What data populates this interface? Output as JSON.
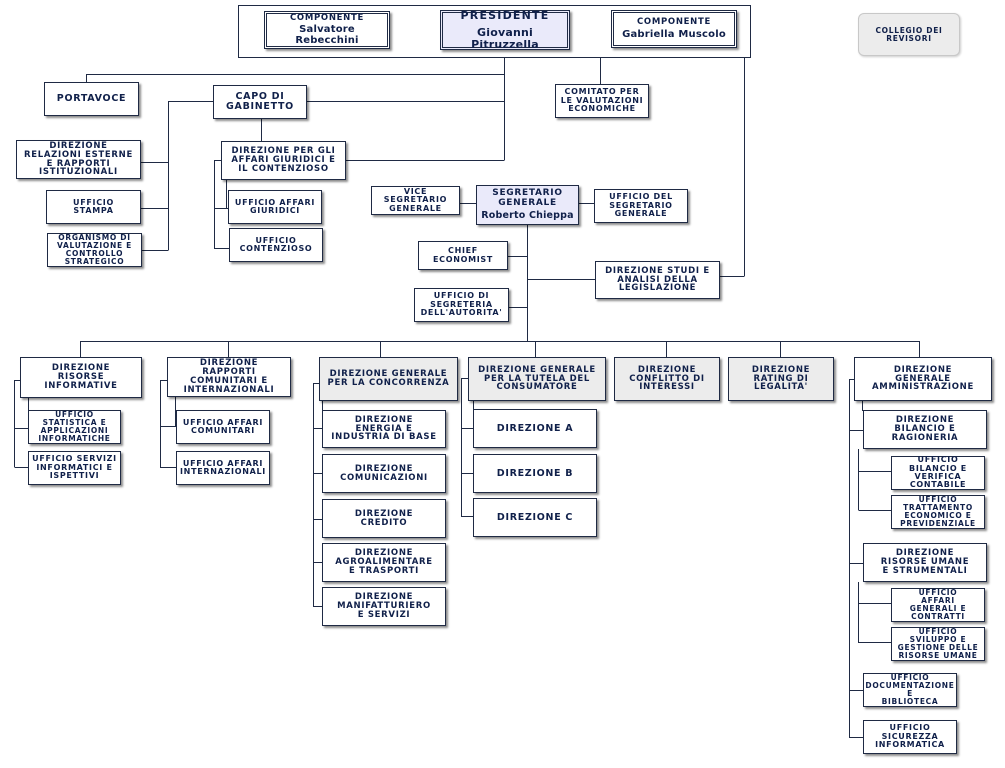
{
  "organigram": {
    "componente_left": {
      "title": "COMPONENTE",
      "name": "Salvatore Rebecchini"
    },
    "presidente": {
      "title": "PRESIDENTE",
      "name": "Giovanni Pitruzzella"
    },
    "componente_right": {
      "title": "COMPONENTE",
      "name": "Gabriella Muscolo"
    },
    "collegio_revisori": "COLLEGIO DEI\nREVISORI",
    "portavoce": "PORTAVOCE",
    "capo_gabinetto": "CAPO DI\nGABINETTO",
    "comitato_valutazioni": "COMITATO PER\nLE VALUTAZIONI\nECONOMICHE",
    "direzione_relazioni": "DIREZIONE\nRELAZIONI ESTERNE\nE RAPPORTI\nISTITUZIONALI",
    "ufficio_stampa": "UFFICIO\nSTAMPA",
    "organismo_valutazione": "ORGANISMO DI\nVALUTAZIONE E\nCONTROLLO\nSTRATEGICO",
    "direzione_affari_giuridici": "DIREZIONE PER GLI\nAFFARI GIURIDICI E\nIL CONTENZIOSO",
    "ufficio_affari_giuridici": "UFFICIO AFFARI\nGIURIDICI",
    "ufficio_contenzioso": "UFFICIO\nCONTENZIOSO",
    "vice_segretario": "VICE\nSEGRETARIO\nGENERALE",
    "segretario_generale": {
      "title": "SEGRETARIO\nGENERALE",
      "name": "Roberto Chieppa"
    },
    "ufficio_segretario": "UFFICIO DEL\nSEGRETARIO\nGENERALE",
    "chief_economist": "CHIEF\nECONOMIST",
    "direzione_studi": "DIREZIONE STUDI E\nANALISI DELLA\nLEGISLAZIONE",
    "ufficio_segreteria": "UFFICIO DI\nSEGRETERIA\nDELL'AUTORITA'",
    "risorse_informative": "DIREZIONE\nRISORSE\nINFORMATIVE",
    "ufficio_statistica": "UFFICIO\nSTATISTICA E\nAPPLICAZIONI\nINFORMATICHE",
    "ufficio_servizi_informatici": "UFFICIO SERVIZI\nINFORMATICI E\nISPETTIVI",
    "rapporti_comunitari": "DIREZIONE\nRAPPORTI\nCOMUNITARI E\nINTERNAZIONALI",
    "ufficio_affari_comunitari": "UFFICIO AFFARI\nCOMUNITARI",
    "ufficio_affari_internazionali": "UFFICIO AFFARI\nINTERNAZIONALI",
    "dg_concorrenza": "DIREZIONE GENERALE\nPER LA CONCORRENZA",
    "dir_energia": "DIREZIONE\nENERGIA E\nINDUSTRIA DI BASE",
    "dir_comunicazioni": "DIREZIONE\nCOMUNICAZIONI",
    "dir_credito": "DIREZIONE\nCREDITO",
    "dir_agroalimentare": "DIREZIONE\nAGROALIMENTARE\nE TRASPORTI",
    "dir_manifatturiero": "DIREZIONE\nMANIFATTURIERO\nE SERVIZI",
    "dg_consumatore": "DIREZIONE GENERALE\nPER LA TUTELA DEL\nCONSUMATORE",
    "dir_a": "DIREZIONE A",
    "dir_b": "DIREZIONE B",
    "dir_c": "DIREZIONE C",
    "conflitto_interessi": "DIREZIONE\nCONFLITTO DI\nINTERESSI",
    "rating_legalita": "DIREZIONE\nRATING DI\nLEGALITA'",
    "dg_amministrazione": "DIREZIONE\nGENERALE\nAMMINISTRAZIONE",
    "bilancio_ragioneria": "DIREZIONE\nBILANCIO E\nRAGIONERIA",
    "ufficio_bilancio": "UFFICIO\nBILANCIO E\nVERIFICA\nCONTABILE",
    "ufficio_trattamento": "UFFICIO\nTRATTAMENTO\nECONOMICO E\nPREVIDENZIALE",
    "risorse_umane": "DIREZIONE\nRISORSE UMANE\nE STRUMENTALI",
    "ufficio_affari_generali": "UFFICIO\nAFFARI\nGENERALI E\nCONTRATTI",
    "ufficio_sviluppo": "UFFICIO\nSVILUPPO E\nGESTIONE DELLE\nRISORSE UMANE",
    "ufficio_documentazione": "UFFICIO\nDOCUMENTAZIONE E\nBIBLIOTECA",
    "ufficio_sicurezza": "UFFICIO\nSICUREZZA\nINFORMATICA"
  }
}
